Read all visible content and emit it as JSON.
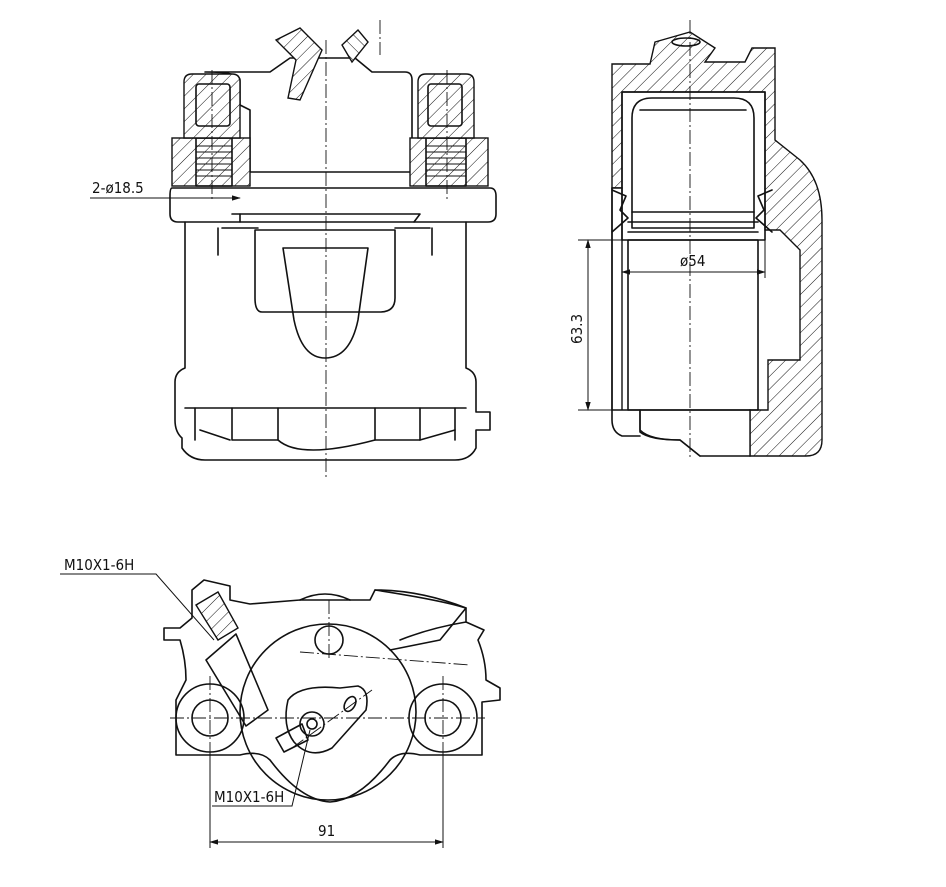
{
  "dimensions": {
    "bolt_holes": "2-ø18.5",
    "piston_diameter": "ø54",
    "height": "63.3",
    "thread_upper": "M10X1-6H",
    "thread_lower": "M10X1-6H",
    "hole_spacing": "91"
  },
  "colors": {
    "line": "#111111",
    "background": "#ffffff"
  }
}
